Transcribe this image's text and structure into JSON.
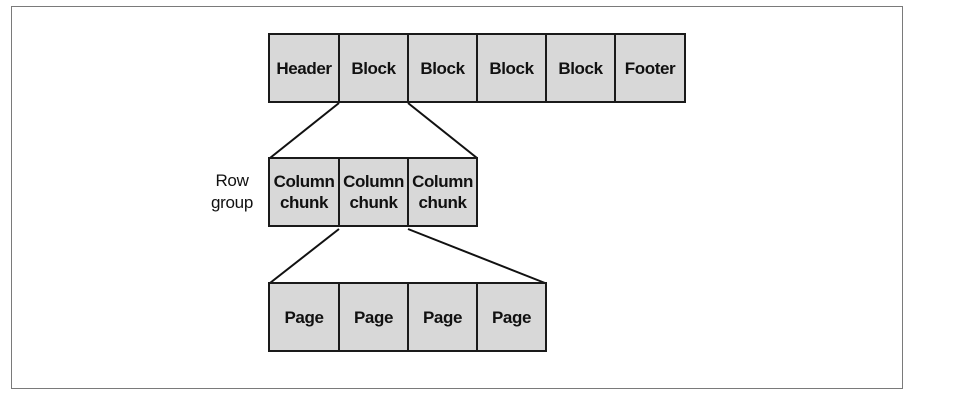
{
  "file_row": [
    "Header",
    "Block",
    "Block",
    "Block",
    "Block",
    "Footer"
  ],
  "row_group": {
    "label_line1": "Row",
    "label_line2": "group",
    "chunks": [
      {
        "line1": "Column",
        "line2": "chunk"
      },
      {
        "line1": "Column",
        "line2": "chunk"
      },
      {
        "line1": "Column",
        "line2": "chunk"
      }
    ]
  },
  "page_row": [
    "Page",
    "Page",
    "Page",
    "Page"
  ]
}
